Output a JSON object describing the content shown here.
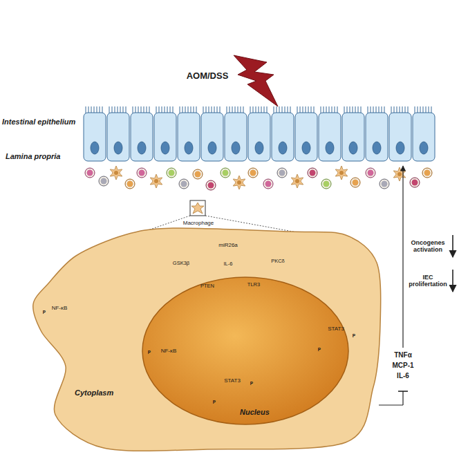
{
  "diagram": {
    "nodes": [
      {
        "text": [
          "Intestinal epithelium"
        ]
      },
      {
        "text": [
          "Cytoplasm"
        ]
      },
      {
        "text": [
          "Nucleus"
        ],
        "in": 1
      }
    ],
    "labels": [
      "AOM/DSS",
      "Lamina propria",
      "Macrophage",
      "miR26a",
      "GSK3β",
      "IL-6",
      "PKCδ",
      "PTEN",
      "TLR3",
      "NF-κB",
      "P",
      "NF-κB",
      "P",
      "STAT3",
      "P",
      "P",
      "STAT3",
      "P",
      "P",
      "TNFα",
      "MCP-1",
      "IL-6",
      "Oncogenes activation",
      "IEC prolifertation"
    ]
  }
}
